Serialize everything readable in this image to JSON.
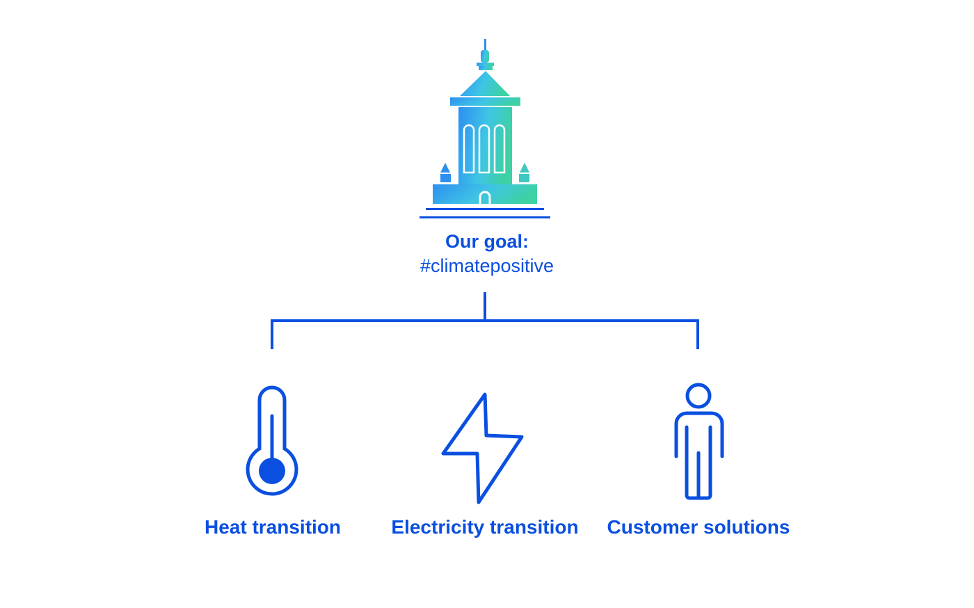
{
  "goal": {
    "title": "Our goal:",
    "subtitle": "#climatepositive",
    "icon": "tower-icon"
  },
  "branches": [
    {
      "label": "Heat transition",
      "icon": "thermometer-icon"
    },
    {
      "label": "Electricity transition",
      "icon": "lightning-bolt-icon"
    },
    {
      "label": "Customer solutions",
      "icon": "person-icon"
    }
  ],
  "colors": {
    "primary": "#0a4fe0",
    "gradient_start": "#2d8ff0",
    "gradient_mid": "#3ec4e6",
    "gradient_end": "#3dd1a4"
  }
}
